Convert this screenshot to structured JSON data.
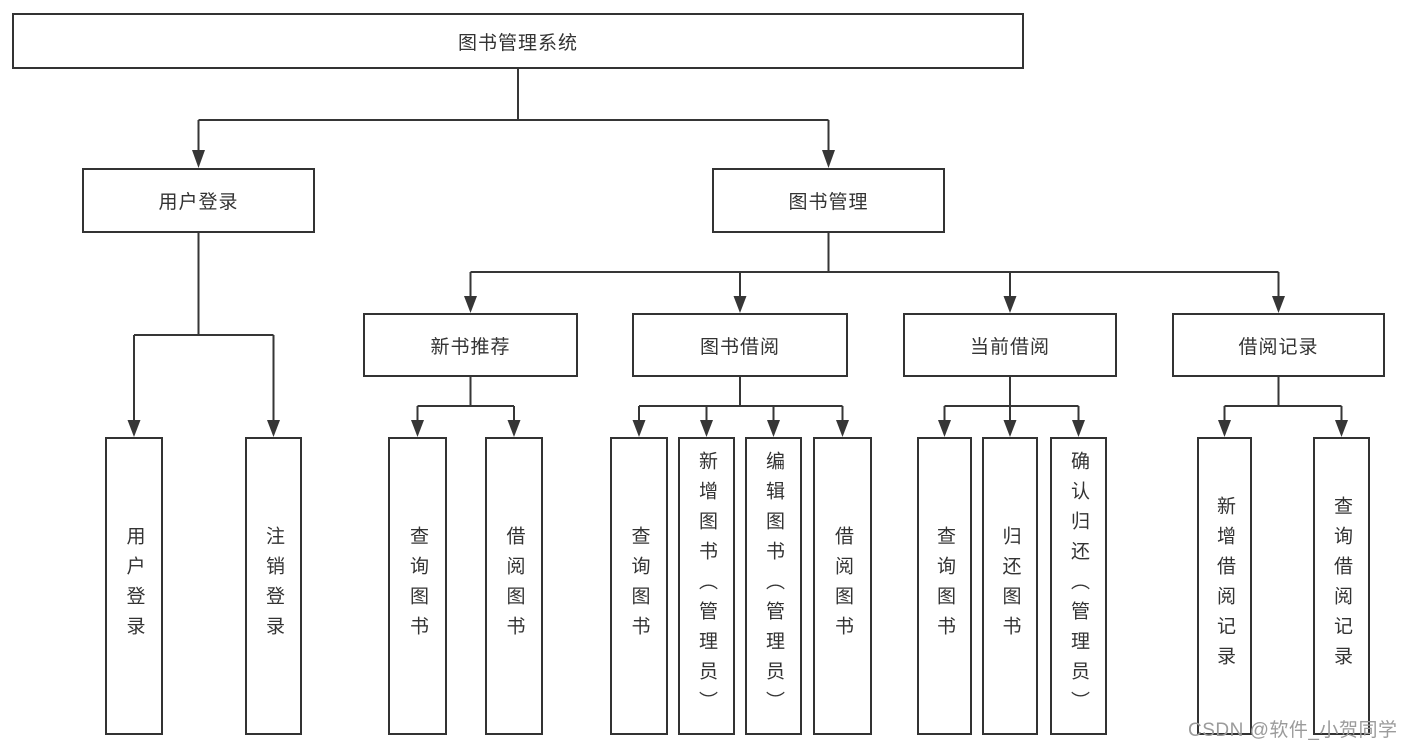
{
  "diagram": {
    "tree": {
      "root": {
        "label": "图书管理系统"
      },
      "branches": [
        {
          "label": "用户登录",
          "children": [
            {
              "label": "用户登录"
            },
            {
              "label": "注销登录"
            }
          ]
        },
        {
          "label": "图书管理",
          "children": [
            {
              "label": "新书推荐",
              "children": [
                {
                  "label": "查询图书"
                },
                {
                  "label": "借阅图书"
                }
              ]
            },
            {
              "label": "图书借阅",
              "children": [
                {
                  "label": "查询图书"
                },
                {
                  "label": "新增图书（管理员）"
                },
                {
                  "label": "编辑图书（管理员）"
                },
                {
                  "label": "借阅图书"
                }
              ]
            },
            {
              "label": "当前借阅",
              "children": [
                {
                  "label": "查询图书"
                },
                {
                  "label": "归还图书"
                },
                {
                  "label": "确认归还（管理员）"
                }
              ]
            },
            {
              "label": "借阅记录",
              "children": [
                {
                  "label": "新增借阅记录"
                },
                {
                  "label": "查询借阅记录"
                }
              ]
            }
          ]
        }
      ]
    },
    "watermark": {
      "text": "CSDN @软件_小贺同学"
    },
    "colors": {
      "line": "#363636",
      "border": "#333333",
      "text": "#333333",
      "watermark": "#9b9b9b",
      "background": "#ffffff"
    }
  }
}
